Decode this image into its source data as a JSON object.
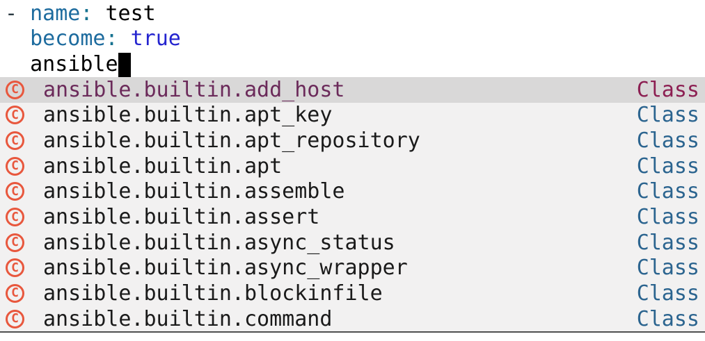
{
  "editor": {
    "code_lines": [
      {
        "tokens": [
          {
            "text": "- ",
            "style": "punct"
          },
          {
            "text": "name",
            "style": "key"
          },
          {
            "text": ":",
            "style": "colon"
          },
          {
            "text": " test",
            "style": "plain"
          }
        ],
        "cursor": false
      },
      {
        "tokens": [
          {
            "text": "  ",
            "style": "plain"
          },
          {
            "text": "become",
            "style": "key"
          },
          {
            "text": ":",
            "style": "colon"
          },
          {
            "text": " ",
            "style": "plain"
          },
          {
            "text": "true",
            "style": "bool"
          }
        ],
        "cursor": false
      },
      {
        "tokens": [
          {
            "text": "  ansible",
            "style": "plain"
          }
        ],
        "cursor": true
      }
    ]
  },
  "completion_menu": {
    "icon_letter": "C",
    "items": [
      {
        "label": "ansible.builtin.add_host",
        "kind": "Class",
        "selected": true
      },
      {
        "label": "ansible.builtin.apt_key",
        "kind": "Class",
        "selected": false
      },
      {
        "label": "ansible.builtin.apt_repository",
        "kind": "Class",
        "selected": false
      },
      {
        "label": "ansible.builtin.apt",
        "kind": "Class",
        "selected": false
      },
      {
        "label": "ansible.builtin.assemble",
        "kind": "Class",
        "selected": false
      },
      {
        "label": "ansible.builtin.assert",
        "kind": "Class",
        "selected": false
      },
      {
        "label": "ansible.builtin.async_status",
        "kind": "Class",
        "selected": false
      },
      {
        "label": "ansible.builtin.async_wrapper",
        "kind": "Class",
        "selected": false
      },
      {
        "label": "ansible.builtin.blockinfile",
        "kind": "Class",
        "selected": false
      },
      {
        "label": "ansible.builtin.command",
        "kind": "Class",
        "selected": false
      }
    ]
  },
  "colors": {
    "plain": "#000000",
    "key": "#1d6b9e",
    "colon": "#15718f",
    "bool": "#2424cf",
    "punct": "#2b3a42",
    "icon": "#e8573d",
    "item_text": "#1a1a1a",
    "item_text_selected": "#6b2a5a",
    "kind_text": "#2b648f",
    "kind_text_selected": "#8c1f52",
    "row_bg": "#f2f1f1",
    "row_bg_selected": "#d9d8d8",
    "menu_border": "#4f4f4f"
  }
}
